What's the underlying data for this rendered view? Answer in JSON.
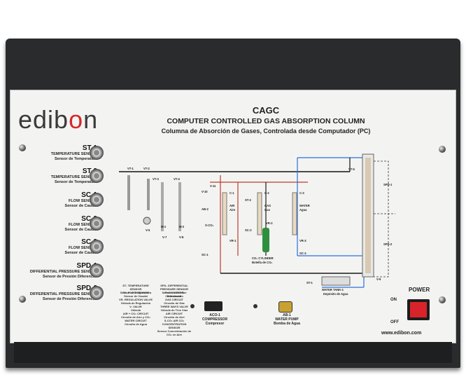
{
  "brand": {
    "logo_prefix": "edib",
    "logo_o": "o",
    "logo_suffix": "n",
    "website": "www.edibon.com"
  },
  "header": {
    "code": "CAGC",
    "title": "COMPUTER CONTROLLED GAS ABSORPTION COLUMN",
    "subtitle": "Columna de Absorción de Gases, Controlada desde Computador (PC)"
  },
  "sensors": [
    {
      "code": "ST-1",
      "name": "TEMPERATURE SENSOR",
      "es": "Sensor de Temperatura"
    },
    {
      "code": "ST-2",
      "name": "TEMPERATURE SENSOR",
      "es": "Sensor de Temperatura"
    },
    {
      "code": "SC-1",
      "name": "FLOW SENSOR",
      "es": "Sensor de Caudal"
    },
    {
      "code": "SC-2",
      "name": "FLOW SENSOR",
      "es": "Sensor de Caudal"
    },
    {
      "code": "SC-3",
      "name": "FLOW SENSOR",
      "es": "Sensor de Caudal"
    },
    {
      "code": "SPD-1",
      "name": "DIFFERENTIAL PRESSURE SENSOR",
      "es": "Sensor de Presión Diferencial"
    },
    {
      "code": "SPD-2",
      "name": "DIFFERENTIAL PRESSURE SENSOR",
      "es": "Sensor de Presión Diferencial"
    }
  ],
  "diagram": {
    "labels": [
      "VT-1",
      "VT-2",
      "VT-3",
      "VT-4",
      "V-11",
      "V-10",
      "V-5",
      "V-7",
      "V-8",
      "M-1",
      "M-2",
      "AB-2",
      "S-CO₂",
      "C-1",
      "AIR",
      "Aire",
      "C-2",
      "GAS",
      "Gas",
      "C-3",
      "WATER",
      "Agua",
      "ST-2",
      "SC-2",
      "VR-2",
      "SC-1",
      "VR-1",
      "VR-3",
      "SC-3",
      "CO₂ CYLINDER",
      "Botella de CO₂",
      "VT-5",
      "SPD-1",
      "SPD-2",
      "V-9",
      "ST-1",
      "VR-4",
      "WATER TANK-1",
      "Depósito de Agua"
    ],
    "compressor": {
      "code": "ACO-1",
      "name": "COMPRESSOR",
      "es": "Compresor"
    },
    "pump": {
      "code": "AB-1",
      "name": "WATER PUMP",
      "es": "Bomba de Agua"
    }
  },
  "legend": [
    {
      "code": "ST-",
      "name": "TEMPERATURE SENSOR",
      "es": "Sensor de Temperatura"
    },
    {
      "code": "SPD-",
      "name": "DIFFERENTIAL PRESSURE SENSOR",
      "es": "Sensor de Presión Diferencial"
    },
    {
      "code": "SC-",
      "name": "FLOW SENSOR",
      "es": "Sensor de Caudal"
    },
    {
      "code": "",
      "name": "FLOW WATER",
      "es": "Caudalímetro"
    },
    {
      "code": "VR-",
      "name": "REGULATION VALVE",
      "es": "Válvula de Regulación"
    },
    {
      "code": "",
      "name": "GAS CIRCUIT",
      "es": "Circuito de Gas"
    },
    {
      "code": "V-",
      "name": "VALVE",
      "es": "Válvula"
    },
    {
      "code": "",
      "name": "THREE WAYS VALVE",
      "es": "Válvula de Tres Vías"
    },
    {
      "code": "",
      "name": "AIR + CO₂ CIRCUIT",
      "es": "Circuito de Aire y CO₂"
    },
    {
      "code": "",
      "name": "AIR CIRCUIT",
      "es": "Circuito de Aire"
    },
    {
      "code": "",
      "name": "WATER CIRCUIT",
      "es": "Circuito de Agua"
    },
    {
      "code": "S-CO₂",
      "name": "AIR CO₂ CONCENTRATION SENSOR",
      "es": "Sensor Concentración de CO₂ en Aire"
    }
  ],
  "power": {
    "label": "POWER",
    "on": "ON",
    "off": "OFF"
  }
}
